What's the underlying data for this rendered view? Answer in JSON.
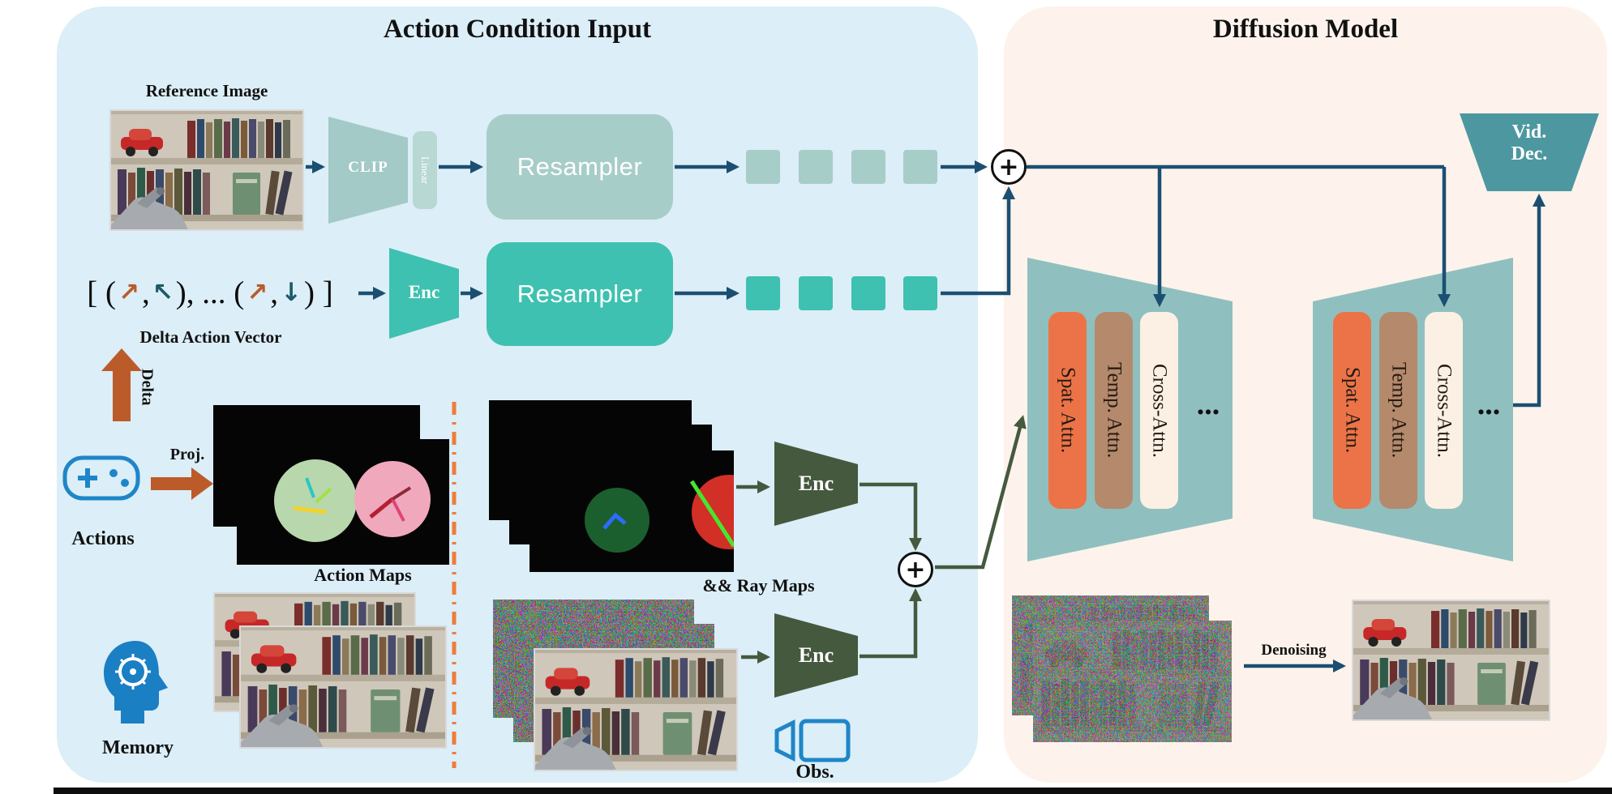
{
  "titles": {
    "action_condition": "Action Condition Input",
    "diffusion_model": "Diffusion Model"
  },
  "reference": {
    "label": "Reference Image",
    "clip": "CLIP",
    "linear": "Linear",
    "resampler": "Resampler"
  },
  "action_vector": {
    "bracket_open": "[ (",
    "arrow1": "↗",
    "comma1": ",",
    "arrow2": "↖",
    "middle": "), ... (",
    "arrow3": "↗",
    "comma2": ",",
    "arrow4": "↓",
    "bracket_close": ") ]",
    "label": "Delta Action Vector",
    "enc": "Enc",
    "resampler": "Resampler"
  },
  "delta_label": "Delta",
  "actions": {
    "label": "Actions",
    "proj": "Proj."
  },
  "maps": {
    "action_maps": "Action Maps",
    "ray_maps": "&& Ray Maps",
    "enc_maps": "Enc",
    "enc_obs": "Enc"
  },
  "memory": {
    "label": "Memory"
  },
  "obs": {
    "label": "Obs."
  },
  "operators": {
    "plus_top": "+",
    "plus_bottom": "+"
  },
  "unet": {
    "blocks": [
      {
        "bars": [
          "Spat. Attn.",
          "Temp. Attn.",
          "Cross-Attn."
        ],
        "dots": "..."
      },
      {
        "bars": [
          "Spat. Attn.",
          "Temp. Attn.",
          "Cross-Attn."
        ],
        "dots": "..."
      }
    ],
    "vid_dec": [
      "Vid.",
      "Dec."
    ],
    "denoising": "Denoising"
  },
  "colors": {
    "left_panel": "#dceef7",
    "right_panel": "#fdf3ec",
    "teal": "#3ec1b0",
    "gray_teal": "#a7cdc9",
    "dark_green_enc": "#45593e",
    "unet_teal": "#8fc0bf",
    "orange_arrow": "#bc5b2a",
    "spat_attn": "#ec7347",
    "temp_attn": "#b5896b",
    "cross_attn": "#fbf0e3",
    "vid_dec": "#4d98a0",
    "arrow_blue": "#1b4f72",
    "icon_blue": "#1e86c8",
    "dashed_divider": "#ef7c3a"
  }
}
